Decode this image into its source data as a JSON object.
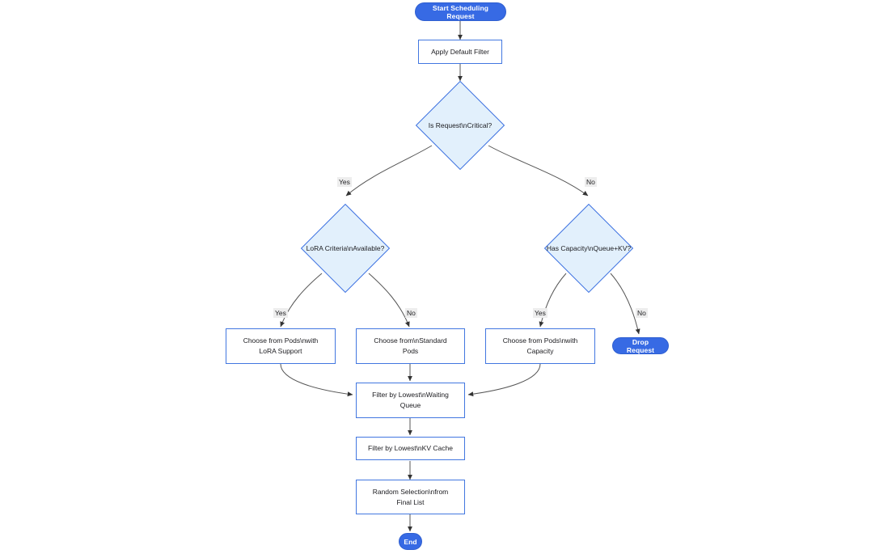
{
  "diagram": {
    "type": "flowchart",
    "direction": "top-down",
    "title": "",
    "colors": {
      "terminal_fill": "#376ae4",
      "terminal_text": "#ffffff",
      "process_fill": "#ffffff",
      "process_border": "#4277e0",
      "decision_fill": "#e2f0fc",
      "decision_border": "#3a6fe0",
      "edge_stroke": "#555555",
      "edge_label_bg": "#ededed",
      "text": "#1b1b1f",
      "background": "#ffffff"
    },
    "nodes": [
      {
        "id": "start",
        "shape": "stadium",
        "label": "Start Scheduling Request"
      },
      {
        "id": "default",
        "shape": "rect",
        "label": "Apply Default Filter"
      },
      {
        "id": "critical",
        "shape": "diamond",
        "label": "Is Request\\nCritical?"
      },
      {
        "id": "lora",
        "shape": "diamond",
        "label": "LoRA Criteria\\nAvailable?"
      },
      {
        "id": "capacity",
        "shape": "diamond",
        "label": "Has Capacity\\nQueue+KV?"
      },
      {
        "id": "podslora",
        "shape": "rect",
        "label": "Choose from Pods\\nwith\nLoRA Support"
      },
      {
        "id": "podsstandard",
        "shape": "rect",
        "label": "Choose from\\nStandard\nPods"
      },
      {
        "id": "podscap",
        "shape": "rect",
        "label": "Choose from Pods\\nwith\nCapacity"
      },
      {
        "id": "drop",
        "shape": "stadium",
        "label": "Drop Request"
      },
      {
        "id": "queue",
        "shape": "rect",
        "label": "Filter by Lowest\\nWaiting\nQueue"
      },
      {
        "id": "kv",
        "shape": "rect",
        "label": "Filter by Lowest\\nKV Cache"
      },
      {
        "id": "random",
        "shape": "rect",
        "label": "Random Selection\\nfrom\nFinal List"
      },
      {
        "id": "end",
        "shape": "stadium",
        "label": "End"
      }
    ],
    "edges": [
      {
        "from": "start",
        "to": "default",
        "label": ""
      },
      {
        "from": "default",
        "to": "critical",
        "label": ""
      },
      {
        "from": "critical",
        "to": "lora",
        "label": "Yes"
      },
      {
        "from": "critical",
        "to": "capacity",
        "label": "No"
      },
      {
        "from": "lora",
        "to": "podslora",
        "label": "Yes"
      },
      {
        "from": "lora",
        "to": "podsstandard",
        "label": "No"
      },
      {
        "from": "capacity",
        "to": "podscap",
        "label": "Yes"
      },
      {
        "from": "capacity",
        "to": "drop",
        "label": "No"
      },
      {
        "from": "podslora",
        "to": "queue",
        "label": ""
      },
      {
        "from": "podsstandard",
        "to": "queue",
        "label": ""
      },
      {
        "from": "podscap",
        "to": "queue",
        "label": ""
      },
      {
        "from": "queue",
        "to": "kv",
        "label": ""
      },
      {
        "from": "kv",
        "to": "random",
        "label": ""
      },
      {
        "from": "random",
        "to": "end",
        "label": ""
      }
    ],
    "edge_labels": {
      "critical_yes": "Yes",
      "critical_no": "No",
      "lora_yes": "Yes",
      "lora_no": "No",
      "capacity_yes": "Yes",
      "capacity_no": "No"
    },
    "node_labels": {
      "start": "Start Scheduling Request",
      "default": "Apply Default Filter",
      "critical": "Is Request\\nCritical?",
      "lora": "LoRA Criteria\\nAvailable?",
      "capacity": "Has Capacity\\nQueue+KV?",
      "podslora_line1": "Choose from Pods\\nwith",
      "podslora_line2": "LoRA Support",
      "podsstandard_line1": "Choose from\\nStandard",
      "podsstandard_line2": "Pods",
      "podscap_line1": "Choose from Pods\\nwith",
      "podscap_line2": "Capacity",
      "drop": "Drop Request",
      "queue_line1": "Filter by Lowest\\nWaiting",
      "queue_line2": "Queue",
      "kv": "Filter by Lowest\\nKV Cache",
      "random_line1": "Random Selection\\nfrom",
      "random_line2": "Final List",
      "end": "End"
    }
  }
}
